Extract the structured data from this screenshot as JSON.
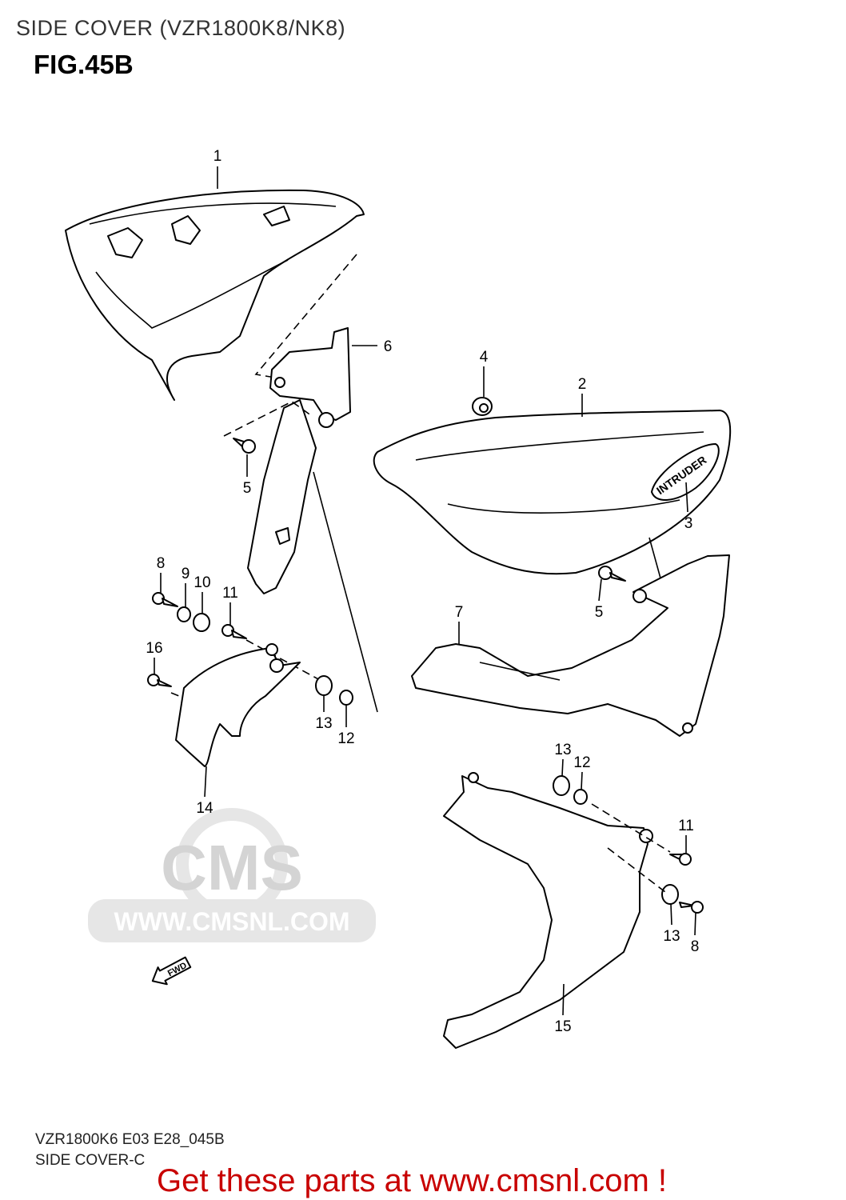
{
  "header": {
    "title": "SIDE COVER (VZR1800K8/NK8)",
    "figure": "FIG.45B"
  },
  "footer": {
    "code": "VZR1800K6 E03 E28_045B",
    "section": "SIDE COVER-C",
    "promo": "Get these parts at www.cmsnl.com !",
    "promo_color": "#c80000"
  },
  "watermark": {
    "logo": "CMS",
    "url": "WWW.CMSNL.COM"
  },
  "diagram": {
    "fwd_arrow": "FWD",
    "emblem": "INTRUDER",
    "callouts": [
      "1",
      "6",
      "4",
      "2",
      "5",
      "3",
      "8",
      "9",
      "10",
      "11",
      "5",
      "7",
      "16",
      "13",
      "12",
      "14",
      "13",
      "12",
      "11",
      "13",
      "8",
      "15"
    ]
  }
}
